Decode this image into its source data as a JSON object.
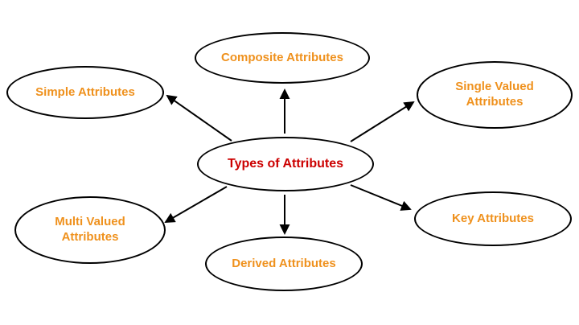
{
  "diagram": {
    "center": {
      "label": "Types of Attributes"
    },
    "nodes": [
      {
        "id": "composite-attributes",
        "label": "Composite Attributes"
      },
      {
        "id": "simple-attributes",
        "label": "Simple Attributes"
      },
      {
        "id": "single-valued-attributes",
        "label": "Single Valued Attributes"
      },
      {
        "id": "multi-valued-attributes",
        "label": "Multi Valued Attributes"
      },
      {
        "id": "derived-attributes",
        "label": "Derived Attributes"
      },
      {
        "id": "key-attributes",
        "label": "Key Attributes"
      }
    ],
    "colors": {
      "node_label": "#ef911d",
      "center_label": "#cc0000",
      "outline": "#000000",
      "background": "#ffffff"
    }
  }
}
